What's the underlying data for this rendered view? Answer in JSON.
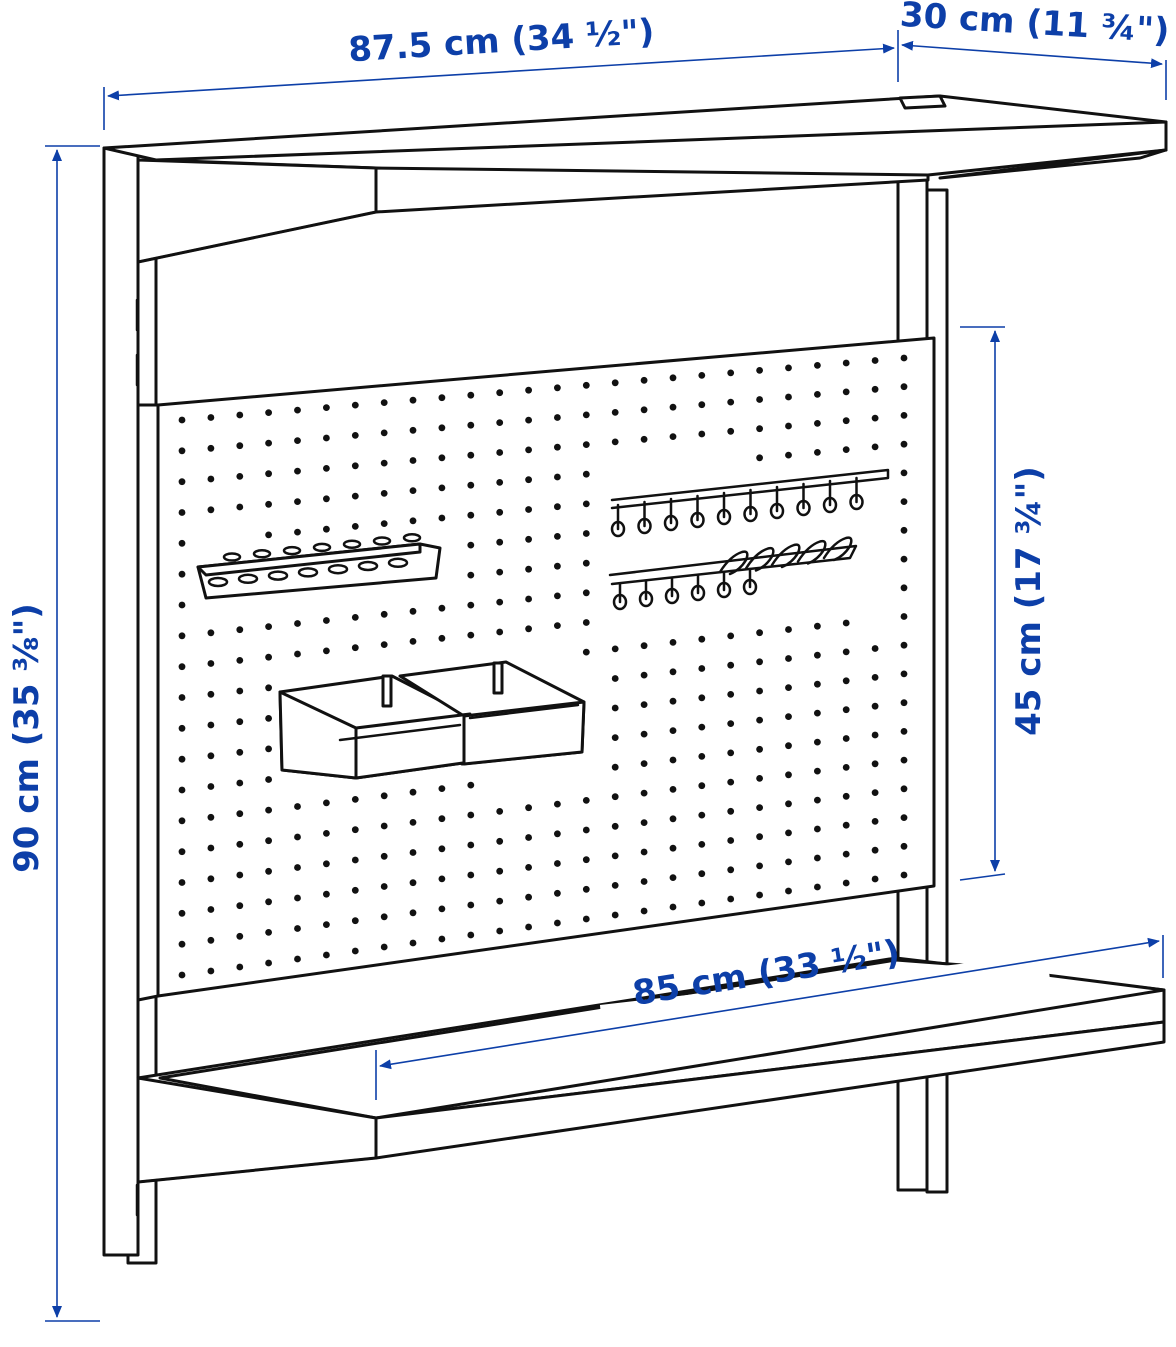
{
  "dimensions": {
    "width_top": "87.5 cm (34 ½\")",
    "depth": "30 cm (11 ¾\")",
    "height": "90 cm (35 ⅜\")",
    "pegboard_height": "45 cm (17 ¾\")",
    "shelf_width": "85 cm (33 ½\")"
  },
  "colors": {
    "dimension": "#0d3fa8",
    "outline": "#111111",
    "background": "#ffffff"
  }
}
